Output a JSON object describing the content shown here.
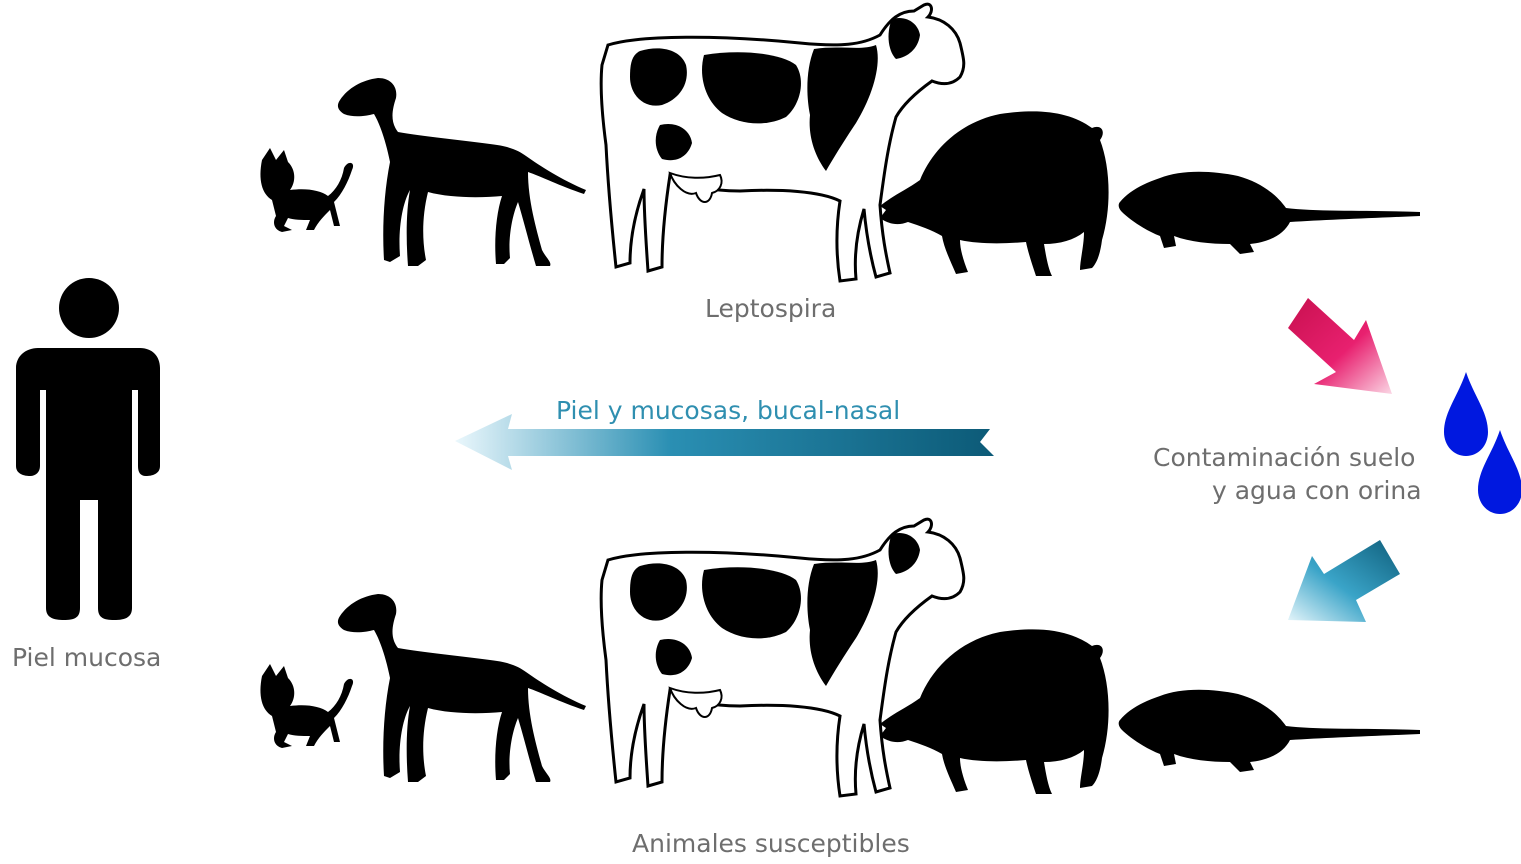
{
  "labels": {
    "top_group": "Leptospira",
    "bottom_group": "Animales susceptibles",
    "human": "Piel mucosa",
    "route": "Piel y mucosas, bucal-nasal",
    "contamination_line1": "Contaminación suelo",
    "contamination_line2": "y agua con orina"
  },
  "colors": {
    "silhouette": "#000000",
    "label_gray": "#6e6e6e",
    "route_text": "#2f8fb0",
    "route_arrow_dark": "#0f5f7c",
    "route_arrow_light": "#e8f6fb",
    "pink_arrow": "#e8206f",
    "blue_arrow": "#1f84a8",
    "water_drop": "#0018e0"
  },
  "icons": [
    "person-icon",
    "cat-icon",
    "dog-icon",
    "cow-icon",
    "pig-icon",
    "rat-icon",
    "arrow-left-icon",
    "arrow-down-right-icon",
    "arrow-down-left-icon",
    "water-drop-icon"
  ]
}
